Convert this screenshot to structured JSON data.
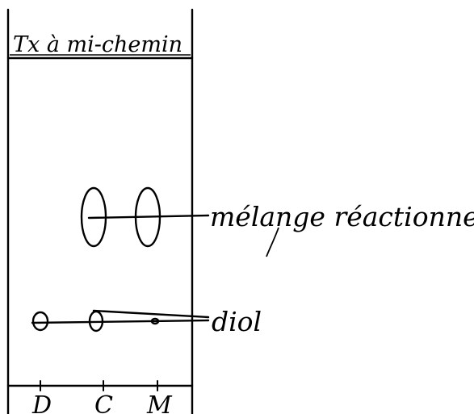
{
  "header": {
    "text": "Tx à mi-chemin"
  },
  "labels": {
    "mixture": "mélange réactionnel",
    "diol": "diol"
  },
  "lanes": [
    "D",
    "C",
    "M"
  ],
  "colors": {
    "ink": "#000000",
    "background": "#ffffff"
  }
}
